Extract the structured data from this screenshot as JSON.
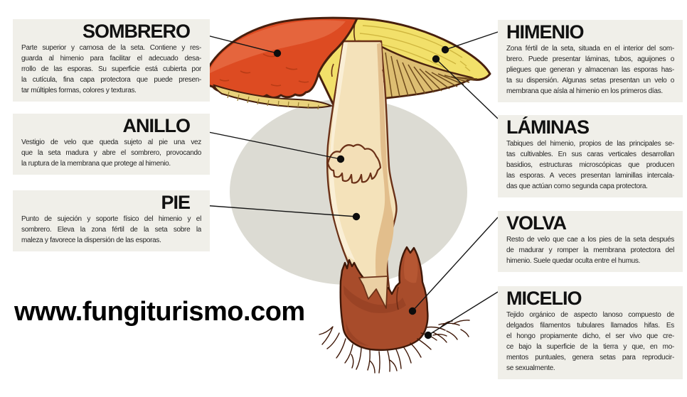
{
  "watermark": "www.fungiturismo.com",
  "labels": {
    "sombrero": {
      "title": "SOMBRERO",
      "lines": [
        "Parte superior y carnosa de la seta. Contiene y res-",
        "guarda al himenio para facilitar el adecuado desa-",
        "rrollo de las esporas. Su superficie está cubierta por",
        "la cutícula, fina capa protectora que puede presen-",
        "tar múltiples formas, colores y texturas."
      ]
    },
    "anillo": {
      "title": "ANILLO",
      "lines": [
        "Vestigio de velo que queda sujeto al pie una vez",
        "que la seta madura y abre el sombrero, provocando",
        "la ruptura de la membrana que protege al himenio."
      ]
    },
    "pie": {
      "title": "PIE",
      "lines": [
        "Punto de sujeción y soporte físico del himenio y el",
        "sombrero. Eleva la zona fértil de la seta sobre la",
        "maleza y favorece la dispersión de las esporas."
      ]
    },
    "himenio": {
      "title": "HIMENIO",
      "lines": [
        "Zona fértil de la seta, situada en el interior del som-",
        "brero. Puede presentar láminas, tubos, aguijones o",
        "pliegues que generan y almacenan las esporas has-",
        "ta su dispersión. Algunas setas presentan un velo o",
        "membrana que aísla al himenio en los primeros días."
      ]
    },
    "laminas": {
      "title": "LÁMINAS",
      "lines": [
        "Tabiques del himenio, propios de las principales se-",
        "tas cultivables. En sus caras verticales desarrollan",
        "basidios, estructuras microscópicas que producen",
        "las esporas. A veces presentan laminillas intercala-",
        "das que actúan como segunda capa protectora."
      ]
    },
    "volva": {
      "title": "VOLVA",
      "lines": [
        "Resto de velo que cae a los pies de la seta después",
        "de madurar  y romper la membrana protectora del",
        "himenio. Suele quedar oculta entre el humus."
      ]
    },
    "micelio": {
      "title": "MICELIO",
      "lines": [
        "Tejido orgánico de aspecto lanoso compuesto de",
        "delgados filamentos tubulares llamados hifas. Es",
        "el hongo propiamente dicho, el ser vivo que cre-",
        "ce bajo la superficie de la tierra y que, en mo-",
        "mentos puntuales, genera setas para reproducir-",
        "se sexualmente."
      ]
    }
  },
  "colors": {
    "cap_red": "#DD4B22",
    "cap_highlight": "#E76B45",
    "flesh_yellow": "#F2E06A",
    "gills_tan": "#DDBE72",
    "stem_cream": "#F4E2BA",
    "volva_brown": "#A84C2B",
    "outline_brown": "#471F0E",
    "backdrop_circle": "#DCDBD3",
    "label_box_bg": "#F0EFE9",
    "leader_line": "#141414",
    "title_text": "#111111",
    "body_text": "#262626"
  }
}
